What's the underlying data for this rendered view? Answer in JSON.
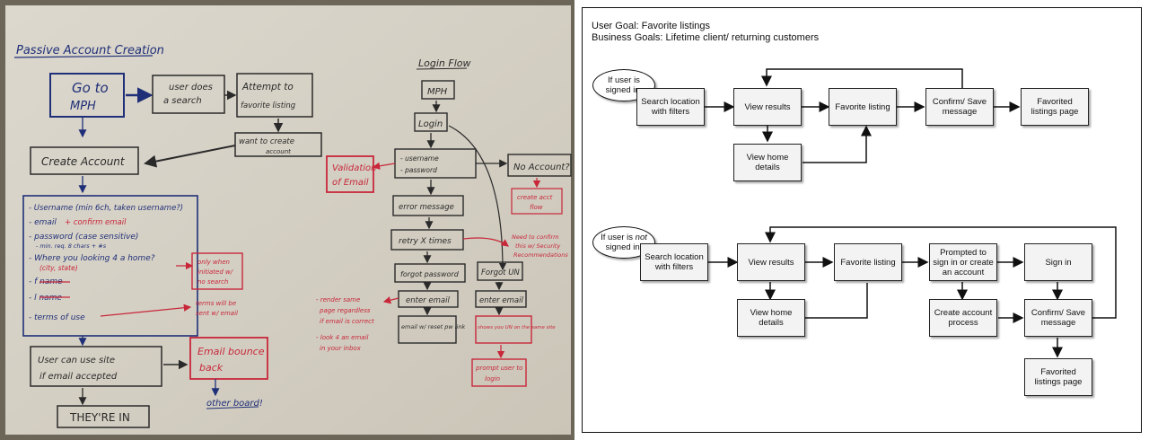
{
  "whiteboard": {
    "main_title": "Passive Account Creation",
    "login_title": "Login Flow",
    "blue": {
      "go_mph": [
        "Go to",
        "MPH"
      ],
      "user_search": [
        "user does",
        "a search"
      ],
      "attempt_fav": [
        "Attempt to",
        "favorite listing"
      ],
      "want_create": [
        "want to create",
        "account"
      ],
      "create_account": "Create Account",
      "fields": [
        "- Username (min 6ch, taken username?)",
        "- email",
        "- password (case sensitive)",
        "- min. req. 8 chars + #s",
        "- Where you looking 4 a home?",
        "(city, state)",
        "- f name",
        "- l name",
        "- terms of use"
      ],
      "user_can_use": [
        "User can use site",
        "if email accepted"
      ],
      "theyre_in": "THEY'RE IN",
      "other_board": "other board!"
    },
    "black_login": [
      "MPH",
      "Login",
      "- username",
      "- password",
      "No Account?",
      "error message",
      "retry X times",
      "forgot password",
      "Forgot UN",
      "enter email",
      "enter email",
      "email w/ reset pw link",
      "shows you UN on the same site"
    ],
    "red": {
      "confirm_email": "+ confirm email",
      "only_when": [
        "only when",
        "initiated w/",
        "no search"
      ],
      "terms_email": [
        "terms will be",
        "sent w/ email"
      ],
      "email_bounce": [
        "Email bounce",
        "back"
      ],
      "validation": [
        "Validation",
        "of Email"
      ],
      "create_acct_flow": [
        "create acct",
        "flow"
      ],
      "need_confirm": [
        "Need to confirm",
        "this w/ Security",
        "Recommendations"
      ],
      "render_same": [
        "- render same",
        "page regardless",
        "if email is correct"
      ],
      "look_inbox": [
        "- look 4 an email",
        "in your inbox"
      ],
      "prompt_login": [
        "prompt user to",
        "login"
      ]
    }
  },
  "flowchart": {
    "goal_user": "User Goal: Favorite listings",
    "goal_business": "Business Goals: Lifetime client/ returning customers",
    "flow1": {
      "condition": [
        "If user is",
        "signed in:"
      ],
      "search": "Search location with filters",
      "view_results": "View results",
      "favorite": "Favorite listing",
      "confirm": "Confirm/ Save message",
      "favorited_page": "Favorited listings page",
      "home_details": "View home details"
    },
    "flow2": {
      "condition_pre": "If user is ",
      "condition_emph": "not",
      "condition_post": "signed in:",
      "search": "Search location with filters",
      "view_results": "View results",
      "favorite": "Favorite listing",
      "prompted": "Prompted to sign in or create an account",
      "signin": "Sign in",
      "create_process": "Create account process",
      "confirm": "Confirm/ Save message",
      "favorited_page": "Favorited listings page",
      "home_details": "View home details"
    }
  },
  "colors": {
    "board": "#d6d1c6",
    "frame": "#6b6658",
    "blue_marker": "#1f2f78",
    "red_marker": "#c8273a",
    "black_marker": "#2a2a2a"
  }
}
